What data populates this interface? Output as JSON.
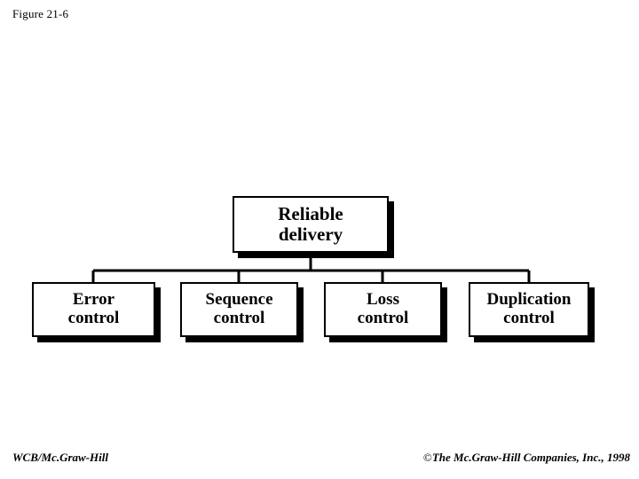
{
  "figure": {
    "label": "Figure 21-6"
  },
  "footer": {
    "left": "WCB/Mc.Graw-Hill",
    "copyright_symbol": "©",
    "right": "The Mc.Graw-Hill Companies, Inc., 1998"
  },
  "diagram": {
    "type": "tree",
    "root": {
      "label": "Reliable\ndelivery"
    },
    "children": [
      {
        "label": "Error\ncontrol"
      },
      {
        "label": "Sequence\ncontrol"
      },
      {
        "label": "Loss\ncontrol"
      },
      {
        "label": "Duplication\ncontrol"
      }
    ],
    "colors": {
      "box_fill": "#ffffff",
      "box_border": "#000000",
      "shadow": "#000000",
      "text": "#000000",
      "background": "#ffffff"
    }
  }
}
